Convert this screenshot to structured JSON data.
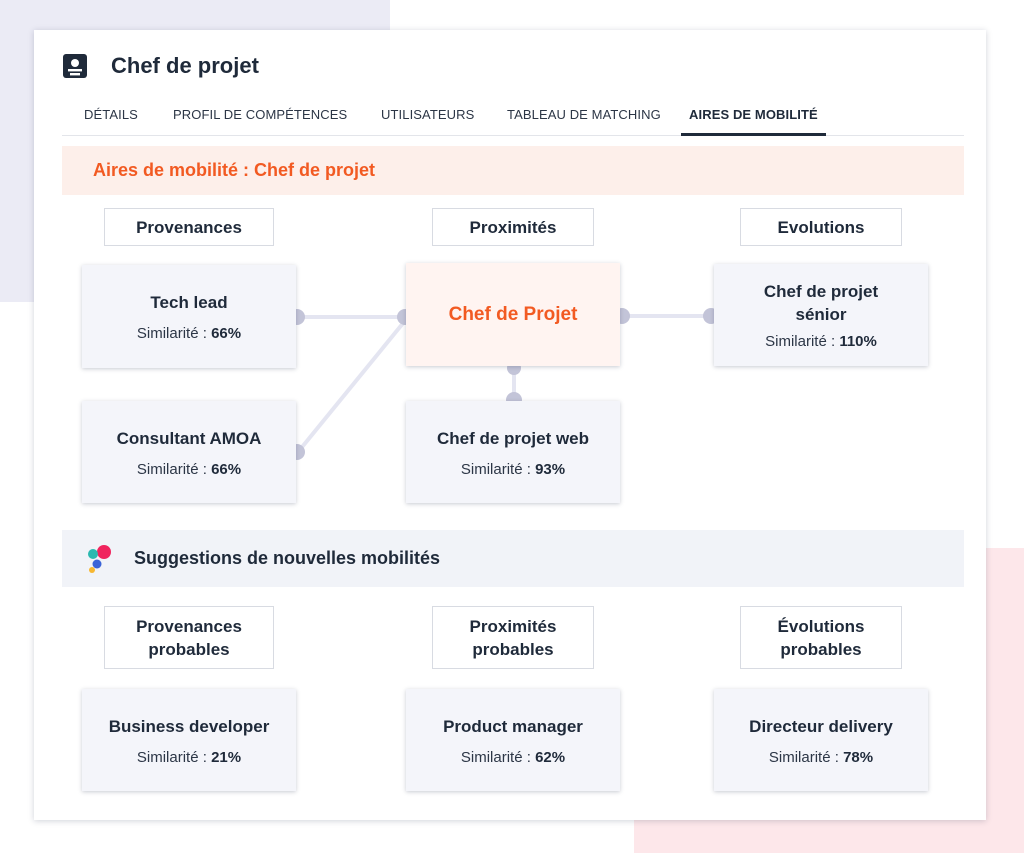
{
  "page": {
    "title": "Chef de projet",
    "icon": "job-card-icon"
  },
  "tabs": [
    {
      "label": "DÉTAILS",
      "active": false
    },
    {
      "label": "PROFIL DE COMPÉTENCES",
      "active": false
    },
    {
      "label": "UTILISATEURS",
      "active": false
    },
    {
      "label": "TABLEAU DE MATCHING",
      "active": false
    },
    {
      "label": "AIRES DE MOBILITÉ",
      "active": true
    }
  ],
  "mobility": {
    "banner": "Aires de mobilité : Chef de projet",
    "columns": {
      "provenances": "Provenances",
      "proximites": "Proximités",
      "evolutions": "Evolutions"
    },
    "similarity_label": "Similarité : ",
    "center": {
      "name": "Chef de Projet"
    },
    "nodes": [
      {
        "name": "Tech lead",
        "similarity": "66%"
      },
      {
        "name": "Consultant AMOA",
        "similarity": "66%"
      },
      {
        "name": "Chef de projet web",
        "similarity": "93%"
      },
      {
        "name": "Chef de projet sénior",
        "similarity": "110%"
      }
    ]
  },
  "suggestions": {
    "title": "Suggestions de nouvelles mobilités",
    "icon": "colored-dots-icon",
    "columns": {
      "provenances": "Provenances probables",
      "proximites": "Proximités probables",
      "evolutions": "Évolutions probables"
    },
    "nodes": [
      {
        "name": "Business developer",
        "similarity": "21%"
      },
      {
        "name": "Product manager",
        "similarity": "62%"
      },
      {
        "name": "Directeur delivery",
        "similarity": "78%"
      }
    ]
  },
  "colors": {
    "accent_orange": "#f25a22",
    "text_dark": "#1f2a3a",
    "connector": "#e4e5f1",
    "connector_dot": "#c3c4d8"
  }
}
